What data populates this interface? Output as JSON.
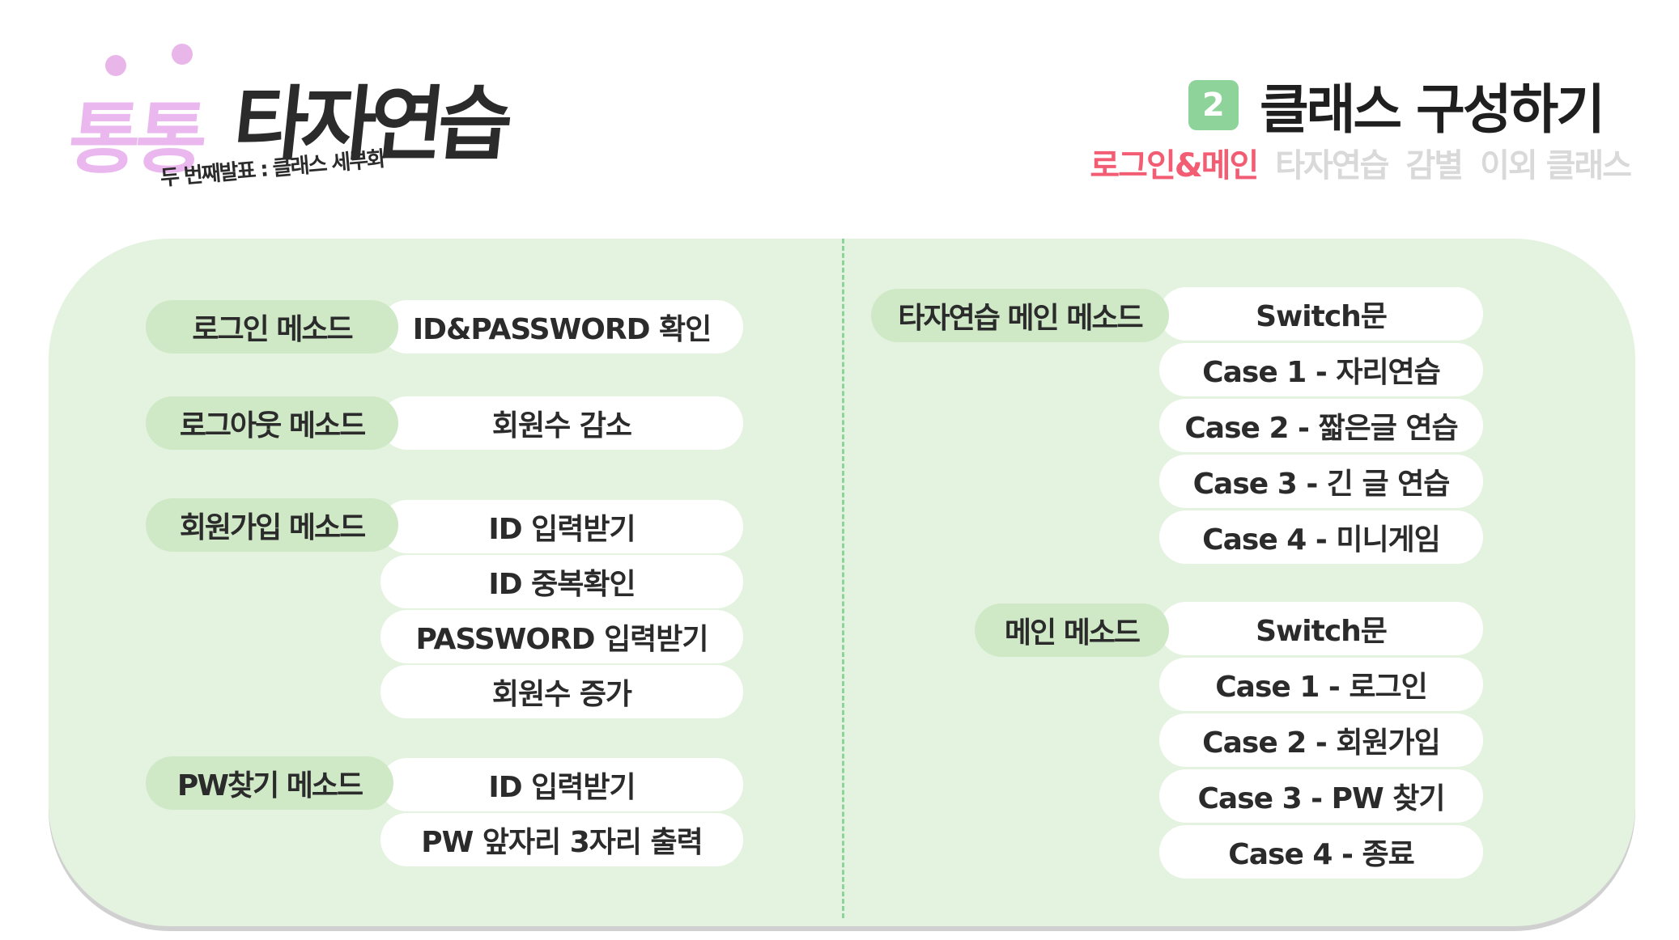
{
  "logo": {
    "title_accent": "통통",
    "title_main": "타자연습",
    "subtitle": "두 번째발표 : 클래스 세부화"
  },
  "section": {
    "number": "2",
    "title": "클래스 구성하기"
  },
  "nav": {
    "items": [
      {
        "label": "로그인&메인",
        "active": true
      },
      {
        "label": "타자연습",
        "active": false
      },
      {
        "label": "감별",
        "active": false
      },
      {
        "label": "이외 클래스",
        "active": false
      }
    ]
  },
  "left_methods": [
    {
      "name": "로그인 메소드",
      "steps": [
        "ID&PASSWORD 확인"
      ]
    },
    {
      "name": "로그아웃 메소드",
      "steps": [
        "회원수 감소"
      ]
    },
    {
      "name": "회원가입 메소드",
      "steps": [
        "ID 입력받기",
        "ID 중복확인",
        "PASSWORD 입력받기",
        "회원수 증가"
      ]
    },
    {
      "name": "PW찾기 메소드",
      "steps": [
        "ID 입력받기",
        "PW 앞자리 3자리 출력"
      ]
    }
  ],
  "right_methods": [
    {
      "name": "타자연습 메인 메소드",
      "steps": [
        "Switch문",
        "Case 1 - 자리연습",
        "Case 2 - 짧은글 연습",
        "Case 3 - 긴 글 연습",
        "Case 4 - 미니게임"
      ]
    },
    {
      "name": "메인 메소드",
      "steps": [
        "Switch문",
        "Case 1 - 로그인",
        "Case 2 - 회원가입",
        "Case 3 - PW 찾기",
        "Case 4 - 종료"
      ]
    }
  ],
  "colors": {
    "panel_bg": "#e4f3df",
    "label_bg": "#cfe9c7",
    "accent_green": "#8ed49a",
    "active_nav": "#f25d73",
    "inactive_nav": "#d9d9d9",
    "logo_pink": "#eab8ee"
  }
}
